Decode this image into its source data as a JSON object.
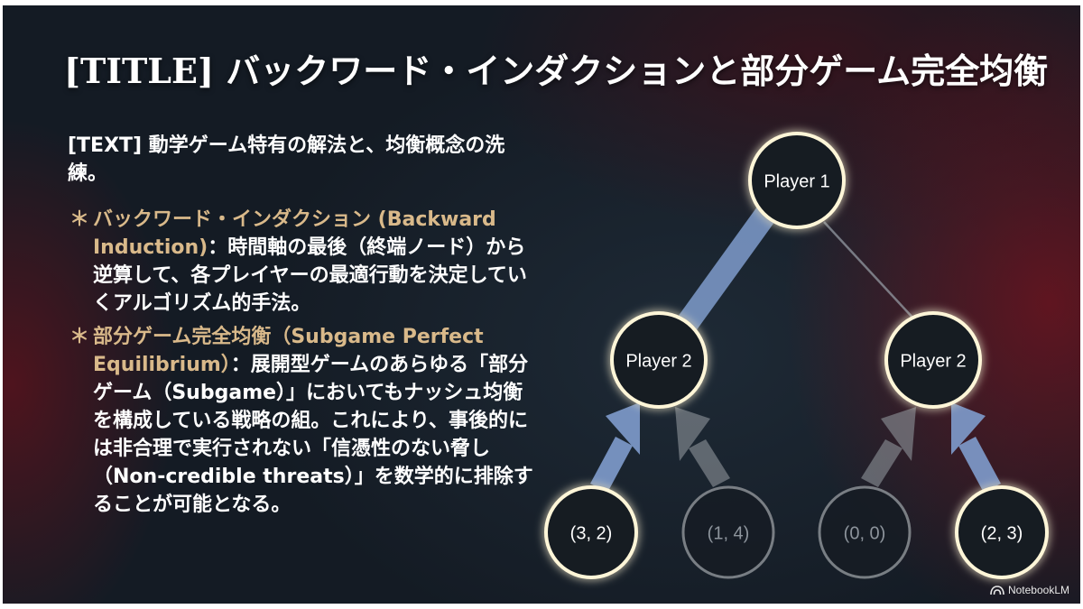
{
  "title": "[TITLE] バックワード・インダクションと部分ゲーム完全均衡",
  "intro": "[TEXT] 動学ゲーム特有の解法と、均衡概念の洗練。",
  "bullets": [
    {
      "marker": "＊",
      "term": "バックワード・インダクション (Backward Induction)",
      "body": "：時間軸の最後（終端ノード）から逆算して、各プレイヤーの最適行動を決定していくアルゴリズム的手法。"
    },
    {
      "marker": "＊",
      "term": "部分ゲーム完全均衡（Subgame Perfect Equilibrium）",
      "body": "：展開型ゲームのあらゆる「部分ゲーム（Subgame）」においてもナッシュ均衡を構成している戦略の組。これにより、事後的には非合理で実行されない「信憑性のない脅し（Non-credible threats）」を数学的に排除することが可能となる。"
    }
  ],
  "tree": {
    "root": {
      "label": "Player 1"
    },
    "left": {
      "label": "Player 2"
    },
    "right": {
      "label": "Player 2"
    },
    "leaves": [
      {
        "label": "(3, 2)",
        "chosen": true
      },
      {
        "label": "(1, 4)",
        "chosen": false
      },
      {
        "label": "(0, 0)",
        "chosen": false
      },
      {
        "label": "(2, 3)",
        "chosen": true
      }
    ],
    "root_choice": "left"
  },
  "colors": {
    "accent_term": "#d9b98a",
    "chosen_arrow": "#7f9ccd",
    "unchosen_arrow": "#8f959b",
    "node_ring": "#fff6d8"
  },
  "brand": {
    "icon": "notebooklm-icon",
    "label": "NotebookLM"
  }
}
